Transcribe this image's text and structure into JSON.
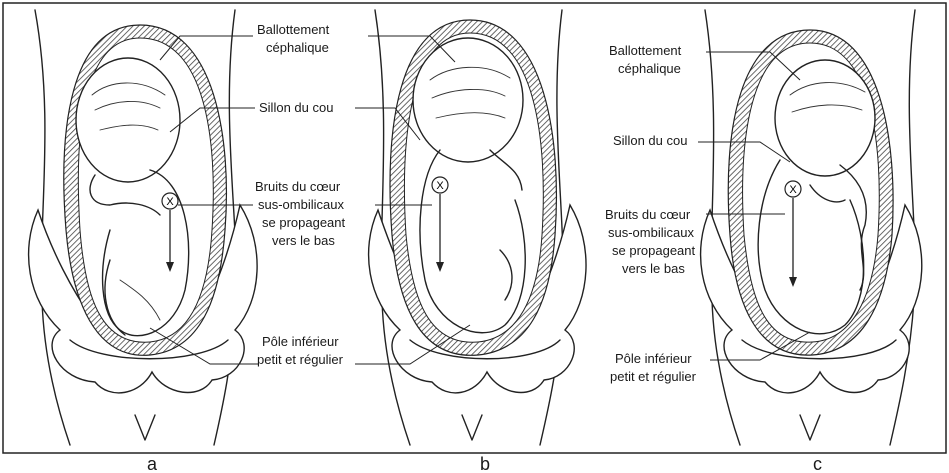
{
  "panels": [
    {
      "letter": "a",
      "labels": {
        "ballottement_line1": "Ballottement",
        "ballottement_line2": "céphalique",
        "sillon": "Sillon du cou",
        "bruits_line1": "Bruits du cœur",
        "bruits_line2": "sus-ombilicaux",
        "bruits_line3": "se propageant",
        "bruits_line4": "vers le bas",
        "pole_line1": "Pôle inférieur",
        "pole_line2": "petit et régulier"
      }
    },
    {
      "letter": "b",
      "labels": {}
    },
    {
      "letter": "c",
      "labels": {
        "ballottement_line1": "Ballottement",
        "ballottement_line2": "céphalique",
        "sillon": "Sillon du cou",
        "bruits_line1": "Bruits du cœur",
        "bruits_line2": "sus-ombilicaux",
        "bruits_line3": "se propageant",
        "bruits_line4": "vers le bas",
        "pole_line1": "Pôle inférieur",
        "pole_line2": "petit et régulier"
      }
    }
  ],
  "heart_marker_symbol": "X"
}
